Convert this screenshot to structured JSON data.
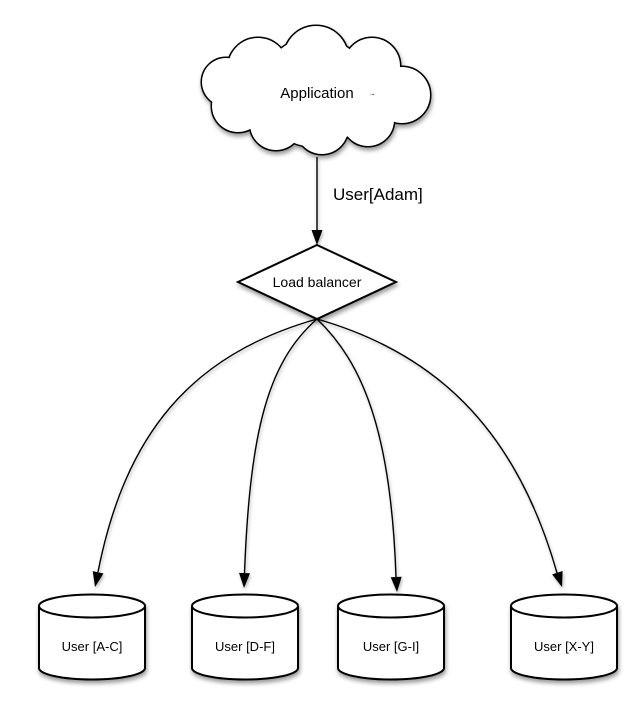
{
  "diagram": {
    "application": {
      "label": "Application"
    },
    "request": {
      "label": "User[Adam]"
    },
    "load_balancer": {
      "label": "Load balancer"
    },
    "databases": [
      {
        "label": "User [A-C]"
      },
      {
        "label": "User [D-F]"
      },
      {
        "label": "User [G-I]"
      },
      {
        "label": "User [X-Y]"
      }
    ],
    "colors": {
      "line": "#000000",
      "shape_fill": "#ffffff",
      "background": "#ffffff"
    }
  }
}
